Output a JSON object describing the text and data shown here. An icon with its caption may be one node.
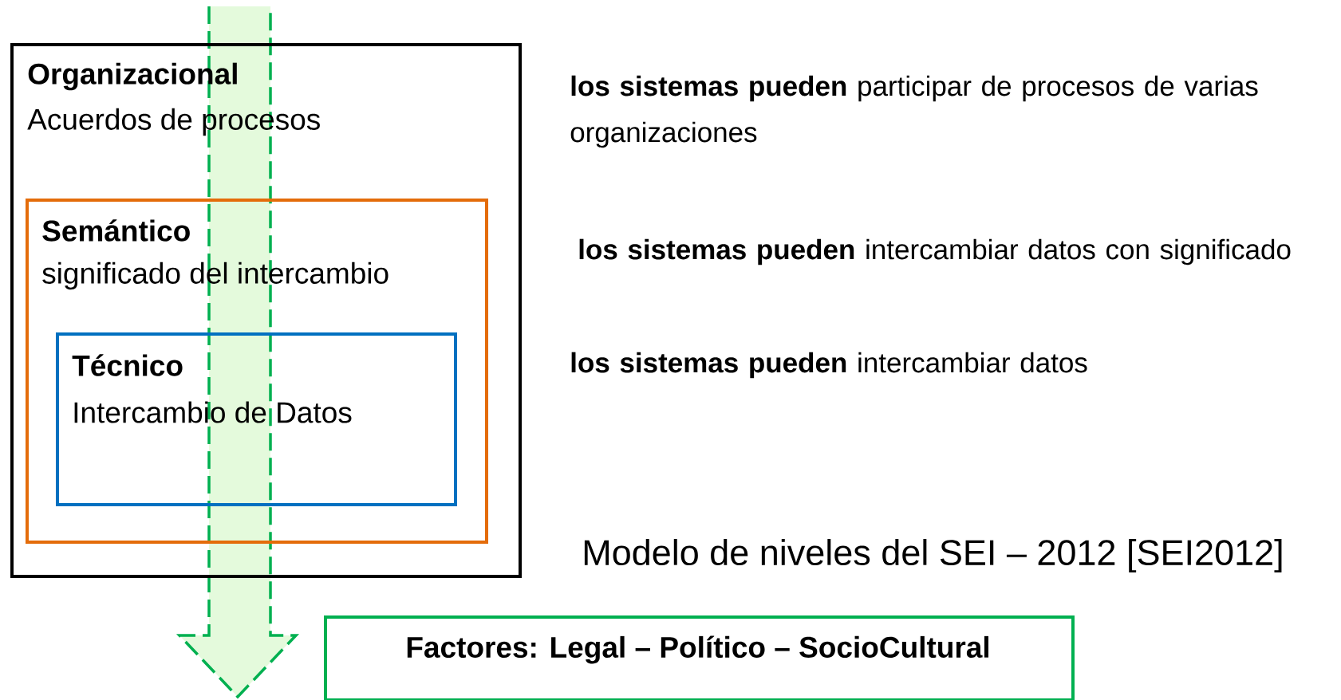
{
  "diagram": {
    "caption": "Modelo de niveles del SEI – 2012 [SEI2012]",
    "nodes": [
      {
        "text": [
          "Organizacional",
          "Acuerdos de procesos"
        ]
      },
      {
        "text": [
          "Semántico",
          "significado del intercambio"
        ],
        "in": 0
      },
      {
        "text": [
          "Técnico",
          "Intercambio de Datos"
        ],
        "in": 1
      },
      {
        "text": [
          "Factores: Legal – Político – SocioCultural"
        ]
      }
    ],
    "labels": [
      "**los sistemas pueden** participar de procesos de varias organizaciones",
      "**los sistemas pueden** intercambiar datos con significado",
      "**los sistemas pueden** intercambiar datos"
    ]
  }
}
